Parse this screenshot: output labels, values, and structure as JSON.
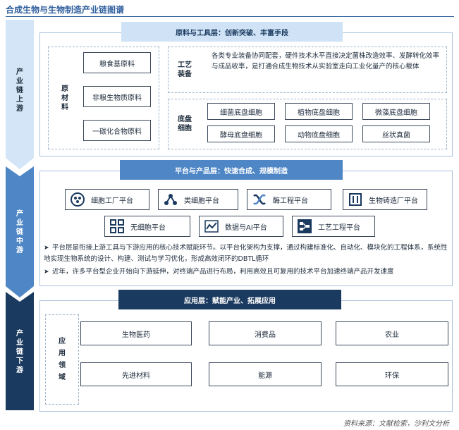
{
  "title": "合成生物与生物制造产业链图谱",
  "source": "资料来源：文献检索，沙利文分析",
  "stages": {
    "upstream": "产业链上游",
    "midstream": "产业链中游",
    "downstream": "产业链下游"
  },
  "upstream": {
    "banner": "原料与工具层：创新突破、丰富手段",
    "materials_label": "原材料",
    "materials": [
      "粮食基原料",
      "非粮生物质原料",
      "一碳化合物原料"
    ],
    "equipment_label": "工艺装备",
    "equipment_desc": "各类专业装备协同配套，硬件技术水平直接决定菌株改造效率、发酵转化效率与成品收率，是打通合成生物技术从实验室走向工业化量产的核心载体",
    "chassis_label": "底盘细胞",
    "chassis": [
      "细菌底盘细胞",
      "植物底盘细胞",
      "微藻底盘细胞",
      "酵母底盘细胞",
      "动物底盘细胞",
      "丝状真菌"
    ]
  },
  "midstream": {
    "banner": "平台与产品层：快速合成、规模制造",
    "platforms_row1": [
      {
        "label": "细胞工厂平台",
        "icon": "cell-factory-icon"
      },
      {
        "label": "类细胞平台",
        "icon": "molecule-icon"
      },
      {
        "label": "酶工程平台",
        "icon": "enzyme-icon"
      },
      {
        "label": "生物铸造厂平台",
        "icon": "foundry-icon"
      }
    ],
    "platforms_row2": [
      {
        "label": "无细胞平台",
        "icon": "grid-icon"
      },
      {
        "label": "数据与AI平台",
        "icon": "chart-icon"
      },
      {
        "label": "工艺工程平台",
        "icon": "process-icon"
      }
    ],
    "bullets": [
      "平台层是衔接上游工具与下游应用的核心技术赋能环节。以平台化架构为支撑，通过构建标准化、自动化、模块化的工程体系，系统性地实现生物系统的设计、构建、测试与学习优化，形成高效闭环的DBTL循环",
      "近年，许多平台型企业开始向下游延伸，对终端产品进行布局，利用高效且可复用的技术平台加速终端产品开发速度"
    ]
  },
  "downstream": {
    "banner": "应用层：赋能产业、拓展应用",
    "fields_label": "应用领域",
    "fields": [
      "生物医药",
      "消费品",
      "农业",
      "先进材料",
      "能源",
      "环保"
    ]
  },
  "colors": {
    "dark_navy": "#1b3a5f",
    "mid_blue": "#4f86c6",
    "light_blue": "#c5dcf2",
    "banner_light": "#cfe2f6",
    "box_border": "#3d4a5c"
  }
}
